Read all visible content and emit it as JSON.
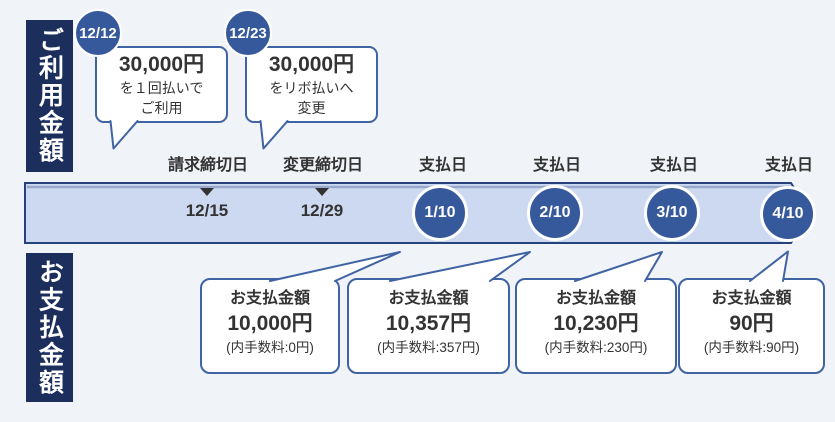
{
  "colors": {
    "background": "#f0f3f8",
    "navy_label": "#1b2e5c",
    "circle_blue": "#36599c",
    "bar_fill": "#ccd9f0",
    "bar_border": "#26427c",
    "outline_blue": "#3f63a3",
    "text": "#333333"
  },
  "left_labels": {
    "usage": "ご利用金額",
    "payment": "お支払金額"
  },
  "usage_events": [
    {
      "date": "12/12",
      "amount": "30,000円",
      "detail1": "を１回払いで",
      "detail2": "ご利用"
    },
    {
      "date": "12/23",
      "amount": "30,000円",
      "detail1": "をリボ払いへ",
      "detail2": "変更"
    }
  ],
  "timeline": {
    "markers": [
      {
        "label": "請求締切日",
        "date": "12/15"
      },
      {
        "label": "変更締切日",
        "date": "12/29"
      }
    ],
    "paydays": [
      {
        "label": "支払日",
        "date": "1/10"
      },
      {
        "label": "支払日",
        "date": "2/10"
      },
      {
        "label": "支払日",
        "date": "3/10"
      },
      {
        "label": "支払日",
        "date": "4/10"
      }
    ]
  },
  "payments": [
    {
      "title": "お支払金額",
      "amount": "10,000円",
      "fee": "(内手数料:0円)"
    },
    {
      "title": "お支払金額",
      "amount": "10,357円",
      "fee": "(内手数料:357円)"
    },
    {
      "title": "お支払金額",
      "amount": "10,230円",
      "fee": "(内手数料:230円)"
    },
    {
      "title": "お支払金額",
      "amount": "90円",
      "fee": "(内手数料:90円)"
    }
  ]
}
